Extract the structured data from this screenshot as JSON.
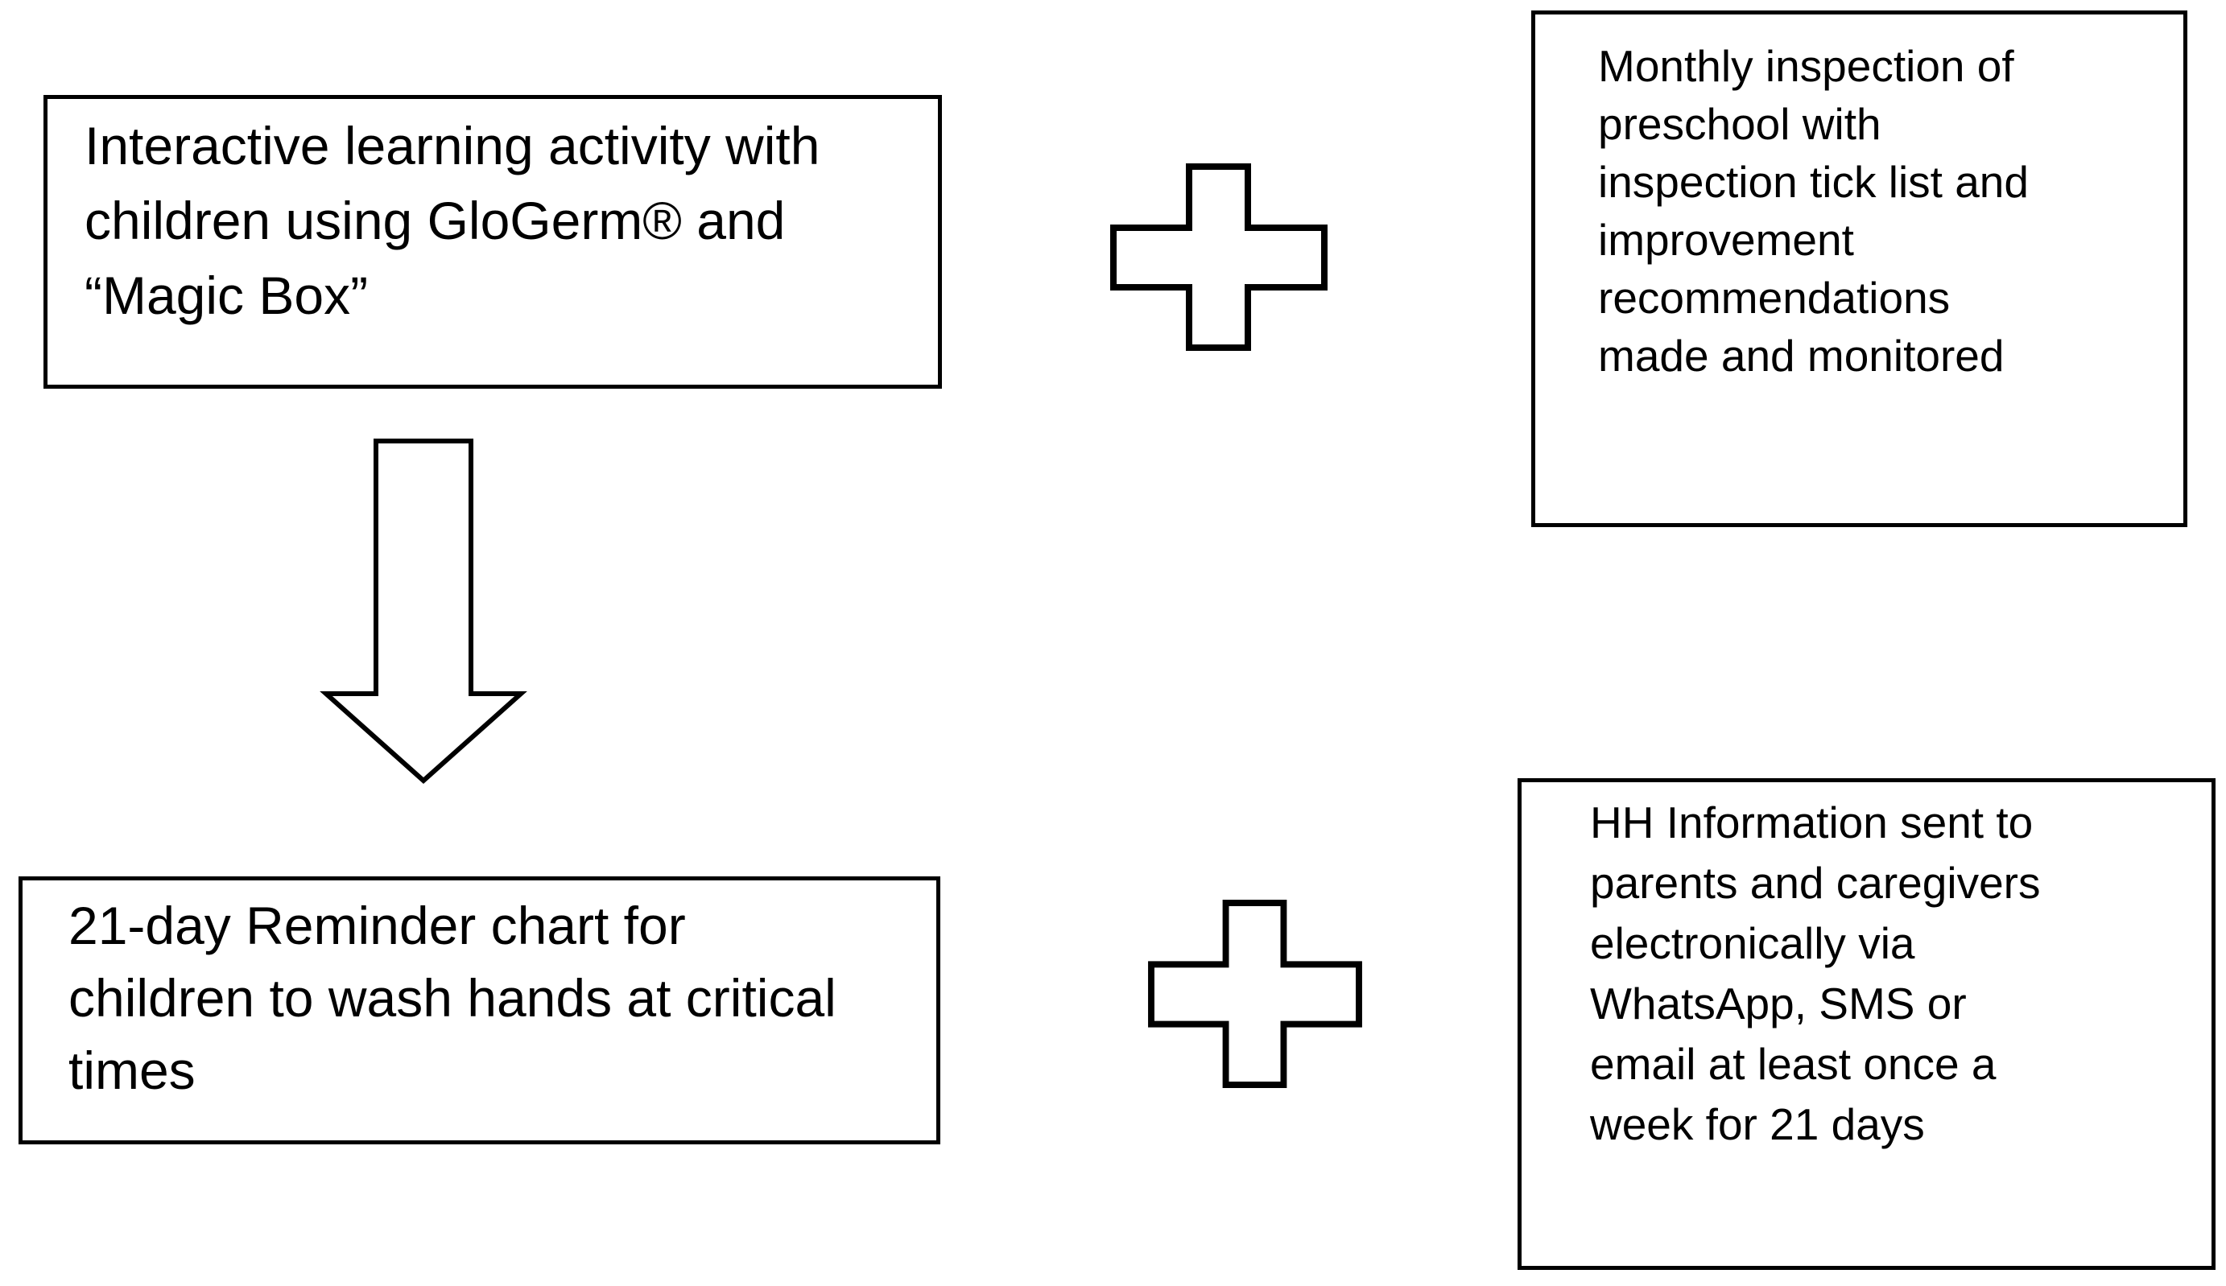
{
  "figure": {
    "type": "flow-diagram",
    "colors": {
      "background": "#ffffff",
      "line": "#000000",
      "text": "#000000"
    },
    "boxes": [
      {
        "id": "activity",
        "lines": [
          "Interactive learning activity with",
          "children using GloGerm® and",
          "“Magic Box”"
        ]
      },
      {
        "id": "inspection",
        "lines": [
          "Monthly inspection of",
          "preschool with",
          "inspection tick list and",
          "improvement",
          "recommendations",
          "made and monitored"
        ]
      },
      {
        "id": "reminder",
        "lines": [
          "21-day Reminder chart for",
          "children to wash hands at critical",
          "times"
        ]
      },
      {
        "id": "information",
        "lines": [
          "HH Information sent to",
          "parents and caregivers",
          "electronically via",
          "WhatsApp, SMS or",
          "email at least once a",
          "week for 21 days"
        ]
      }
    ],
    "icons": [
      {
        "name": "plus-icon-top",
        "glyph": "plus-outline"
      },
      {
        "name": "plus-icon-bottom",
        "glyph": "plus-outline"
      },
      {
        "name": "down-arrow-icon",
        "glyph": "block-arrow-down-outline"
      }
    ]
  }
}
